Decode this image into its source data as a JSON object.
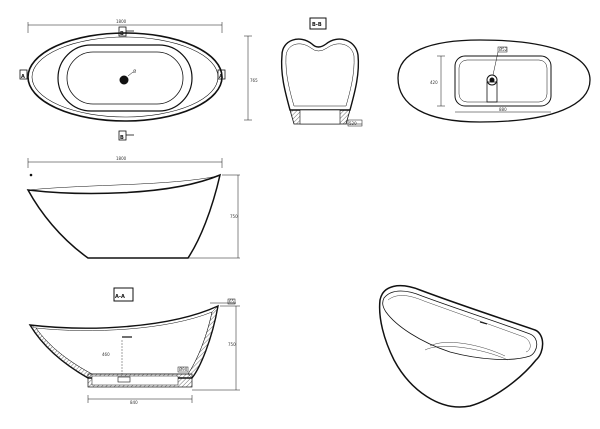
{
  "top_view": {
    "length_dim": "1800",
    "width_dim": "765",
    "drain_label": "Ø",
    "section_marks": [
      "B",
      "B",
      "A",
      "A"
    ]
  },
  "section_bb": {
    "label": "B-B",
    "base_dim": "520"
  },
  "plan_inner": {
    "inner_width_dim": "420",
    "inner_length_dim": "880",
    "drain_label": "Ø52"
  },
  "side_view": {
    "length_dim": "1800",
    "height_dim": "750"
  },
  "section_aa": {
    "label": "A-A",
    "top_dim": "65",
    "height_dim": "750",
    "depth_dim": "460",
    "base_dim": "840",
    "drain_label": "Ø90"
  },
  "colors": {
    "line": "#111111",
    "hatch": "#444444"
  }
}
